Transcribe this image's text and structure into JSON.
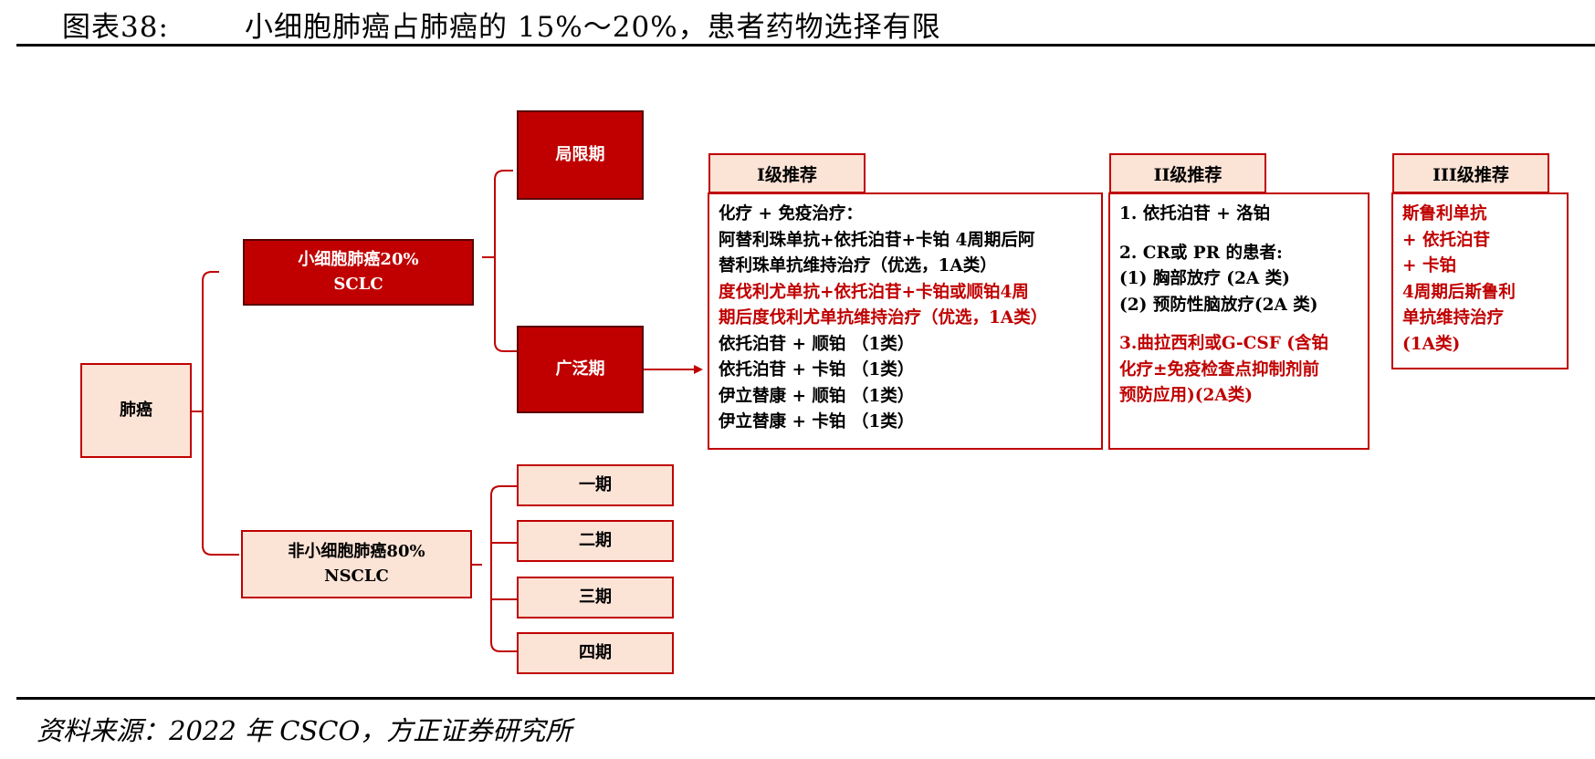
{
  "figure": {
    "label": "图表38:",
    "title": "小细胞肺癌占肺癌的 15%～20%，患者药物选择有限",
    "source": "资料来源：2022 年 CSCO，方正证券研究所"
  },
  "nodes": {
    "lung_cancer": "肺癌",
    "sclc_line1": "小细胞肺癌20%",
    "sclc_line2": "SCLC",
    "nsclc_line1": "非小细胞肺癌80%",
    "nsclc_line2": "NSCLC",
    "limited_stage": "局限期",
    "extensive_stage": "广泛期",
    "stage_1": "一期",
    "stage_2": "二期",
    "stage_3": "三期",
    "stage_4": "四期"
  },
  "recommendations": {
    "level1": {
      "tab": "I级推荐",
      "lines": [
        {
          "text": "化疗 + 免疫治疗：",
          "red": false
        },
        {
          "text": "阿替利珠单抗+依托泊苷+卡铂 4周期后阿",
          "red": false
        },
        {
          "text": "替利珠单抗维持治疗（优选，1A类）",
          "red": false
        },
        {
          "text": "度伐利尤单抗+依托泊苷+卡铂或顺铂4周",
          "red": true
        },
        {
          "text": "期后度伐利尤单抗维持治疗（优选，1A类）",
          "red": true
        },
        {
          "text": "依托泊苷 + 顺铂 （1类）",
          "red": false
        },
        {
          "text": "依托泊苷 + 卡铂 （1类）",
          "red": false
        },
        {
          "text": "伊立替康 + 顺铂 （1类）",
          "red": false
        },
        {
          "text": "伊立替康 + 卡铂 （1类）",
          "red": false
        }
      ]
    },
    "level2": {
      "tab": "II级推荐",
      "line1": "1.  依托泊苷 + 洛铂",
      "line2": "2. CR或 PR 的患者:",
      "line3": "(1) 胸部放疗 (2A 类)",
      "line4": "(2) 预防性脑放疗(2A 类)",
      "line5": "3.曲拉西利或G-CSF (含铂",
      "line6": "化疗±免疫检查点抑制剂前",
      "line7": "预防应用)(2A类)"
    },
    "level3": {
      "tab": "III级推荐",
      "line1": "斯鲁利单抗",
      "line2": "+ 依托泊苷",
      "line3": "+ 卡铂",
      "line4": "4周期后斯鲁利",
      "line5": "单抗维持治疗",
      "line6": "(1A类)"
    }
  },
  "colors": {
    "dark_red": "#c00000",
    "light_pink": "#fbe3d6"
  }
}
